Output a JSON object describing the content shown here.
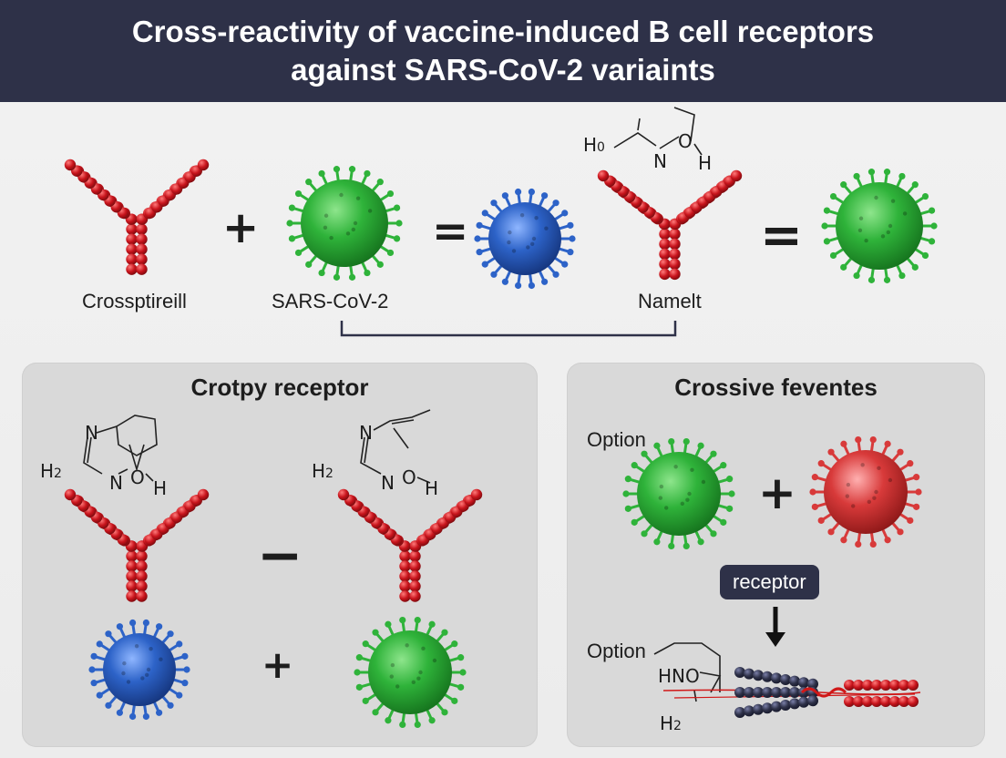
{
  "title": {
    "line1": "Cross-reactivity of vaccine-induced B cell receptors",
    "line2": "against SARS-CoV-2 variaints"
  },
  "top_row": {
    "label_antibody_left": "Crossptireill",
    "label_virus": "SARS-CoV-2",
    "label_antibody_right": "Namelt",
    "plus": "+",
    "equals": "=",
    "chem": {
      "h": "H",
      "h_sub": "0",
      "n": "N",
      "o": "O",
      "h2": "H"
    }
  },
  "left_panel": {
    "title": "Crotpy receptor",
    "minus": "−",
    "plus": "+",
    "chem_left": {
      "n1": "N",
      "h": "H",
      "h_sub": "2",
      "n2": "N",
      "o": "O",
      "h2": "H"
    },
    "chem_right": {
      "n1": "N",
      "h": "H",
      "h_sub": "2",
      "n2": "N",
      "o": "O",
      "h2": "H"
    }
  },
  "right_panel": {
    "title": "Crossive feventes",
    "option1": "Option",
    "option2": "Option",
    "plus": "+",
    "receptor_label": "receptor",
    "chem": {
      "hno": "HNO",
      "h": "H",
      "h_sub": "2"
    }
  },
  "colors": {
    "header_bg": "#2e3148",
    "antibody_red": "#c8141c",
    "virus_green": "#2fb33a",
    "virus_blue": "#2d63c8",
    "virus_red": "#d83a3a",
    "panel_bg": "#d9d9d9"
  }
}
